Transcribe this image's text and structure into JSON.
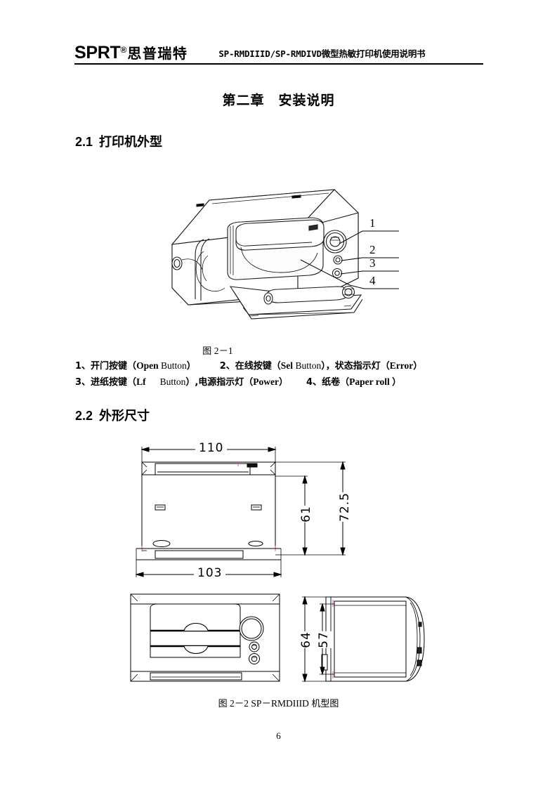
{
  "header": {
    "logo_latin": "SPRT",
    "logo_registered": "®",
    "logo_chinese": "思普瑞特",
    "title": "SP-RMDIIID/SP-RMDIVD微型热敏打印机使用说明书"
  },
  "chapter": {
    "title": "第二章　安装说明"
  },
  "sections": {
    "s21": {
      "number": "2.1",
      "title": "打印机外型"
    },
    "s22": {
      "number": "2.2",
      "title": "外形尺寸"
    }
  },
  "figure1": {
    "caption_cn": "图",
    "caption_num": " 2－1",
    "callouts": [
      "1",
      "2",
      "3",
      "4"
    ]
  },
  "legend": {
    "line1": {
      "i1_num": "1、",
      "i1_cn": "开门按键（",
      "i1_en_bold": "Open",
      "i1_en_normal": " Button",
      "i1_close": "）",
      "i2_num": "2、",
      "i2_cn": "在线按键（",
      "i2_en_bold": "Sel",
      "i2_en_normal": " Button",
      "i2_mid": "），状态指示灯（",
      "i2_en2": "Error",
      "i2_close": "）"
    },
    "line2": {
      "i3_num": "3、",
      "i3_cn": "进纸按键（",
      "i3_en_bold": "Lf",
      "i3_en_normal": "Button",
      "i3_mid": "）,电源指示灯（",
      "i3_en2": "Power",
      "i3_close": "）",
      "i4_num": "4、",
      "i4_cn": "纸卷（",
      "i4_en": "Paper roll ",
      "i4_close": "）"
    }
  },
  "figure2": {
    "caption_cn1": "图",
    "caption_num": " 2－2 SP－RMDIIID ",
    "caption_cn2": "机型图",
    "dimensions": {
      "top_width": "110",
      "bottom_width": "103",
      "inner_height": "61",
      "outer_height": "72.5",
      "side_outer": "64",
      "side_inner": "57"
    }
  },
  "footer": {
    "page_number": "6"
  }
}
